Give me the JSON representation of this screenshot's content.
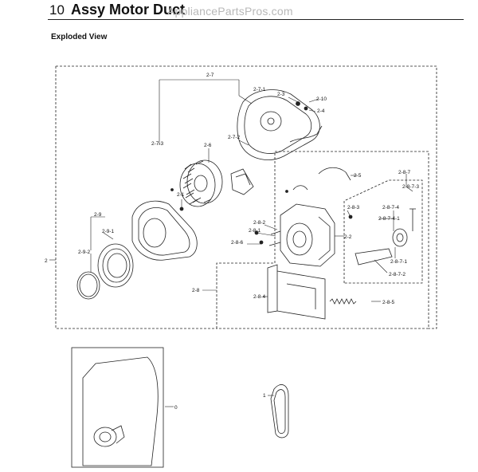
{
  "header": {
    "section_number": "10",
    "title": "Assy Motor Duct",
    "watermark": "AppliancePartsPros.com"
  },
  "subtitle": "Exploded View",
  "callouts": {
    "c2": "2",
    "c2_1": "2-1",
    "c2_2": "2-2",
    "c2_3": "2-3",
    "c2_4": "2-4",
    "c2_5": "2-5",
    "c2_6": "2-6",
    "c2_7": "2-7",
    "c2_7_1": "2-7-1",
    "c2_7_2": "2-7-2",
    "c2_7_3": "2-7-3",
    "c2_8": "2-8",
    "c2_8_1": "2-8-1",
    "c2_8_2": "2-8-2",
    "c2_8_3": "2-8-3",
    "c2_8_4": "2-8-4",
    "c2_8_5": "2-8-5",
    "c2_8_6": "2-8-6",
    "c2_8_7": "2-8-7",
    "c2_8_7_1": "2-8-7-1",
    "c2_8_7_2": "2-8-7-2",
    "c2_8_7_3": "2-8-7-3",
    "c2_8_7_4": "2-8-7-4",
    "c2_8_7_4_1": "2-8-7-4-1",
    "c2_9": "2-9",
    "c2_9_1": "2-9-1",
    "c2_9_2": "2-9-2",
    "c2_10": "2-10",
    "c0": "0",
    "c1": "1"
  }
}
